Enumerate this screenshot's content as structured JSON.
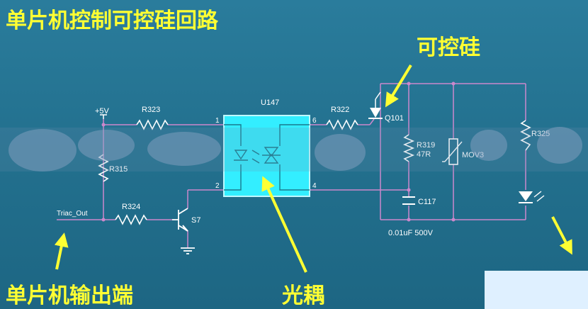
{
  "captions": {
    "title": "单片机控制可控硅回路",
    "scr": "可控硅",
    "mcu_out": "单片机输出端",
    "optocoupler": "光耦"
  },
  "labels": {
    "vcc": "+5V",
    "r323": "R323",
    "r315": "R315",
    "r324": "R324",
    "s7": "S7",
    "triac_out": "Triac_Out",
    "u147": "U147",
    "pin1": "1",
    "pin2": "2",
    "pin6": "6",
    "pin4": "4",
    "r322": "R322",
    "q101": "Q101",
    "r319": "R319",
    "r319_val": "47R",
    "mov3": "MOV3",
    "c117": "C117",
    "c117_val": "0.01uF 500V",
    "r325": "R325"
  },
  "colors": {
    "caption": "#ffff33",
    "wire": "#cc88cc",
    "component": "#ffffff",
    "optocoupler_fill": "#33eeff",
    "arrow": "#ffff33"
  }
}
